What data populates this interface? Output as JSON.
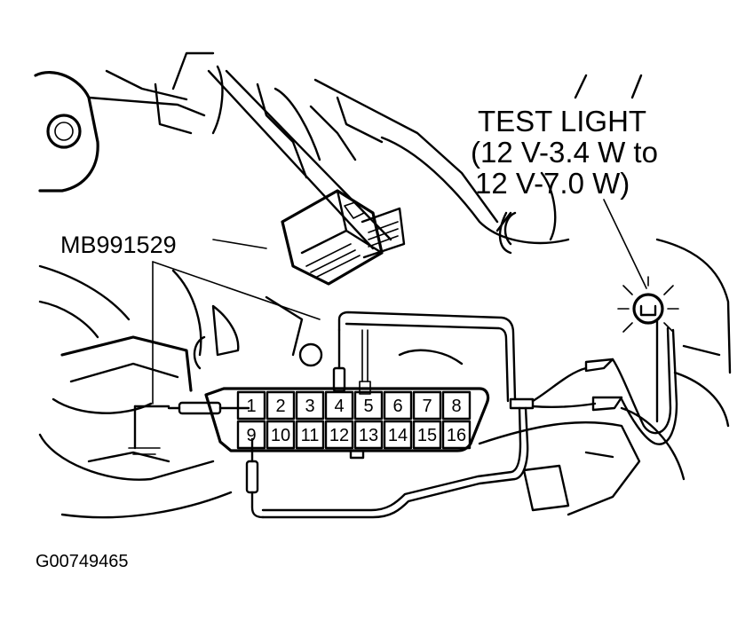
{
  "labels": {
    "tool": "MB991529",
    "test_light_line1": "TEST LIGHT",
    "test_light_line2": "(12 V-3.4 W to",
    "test_light_line3": "12 V-7.0 W)",
    "figure_id": "G00749465"
  },
  "connector": {
    "top_row": [
      "1",
      "2",
      "3",
      "4",
      "5",
      "6",
      "7",
      "8"
    ],
    "bottom_row": [
      "9",
      "10",
      "11",
      "12",
      "13",
      "14",
      "15",
      "16"
    ]
  }
}
